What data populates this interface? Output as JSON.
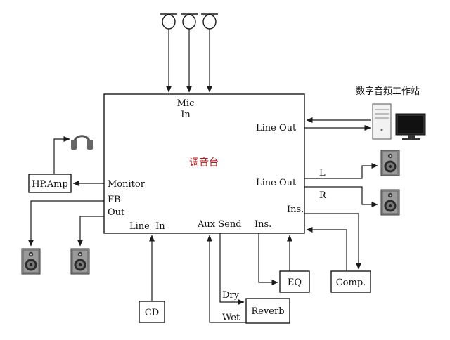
{
  "mixer": {
    "title": "调音台",
    "title_color": "#b01818",
    "mic_in": [
      "Mic",
      "In"
    ],
    "line_out_top": "Line Out",
    "line_out_mid": "Line Out",
    "ins_right": "Ins.",
    "monitor": "Monitor",
    "fb_out": [
      "FB",
      "Out"
    ],
    "line_in": "Line  In",
    "aux_send": "Aux Send",
    "ins_bottom": "Ins."
  },
  "workstation": {
    "label": "数字音频工作站"
  },
  "channels": {
    "left": "L",
    "right": "R"
  },
  "devices": {
    "hp_amp": "HP.Amp",
    "cd": "CD",
    "eq": "EQ",
    "comp": "Comp.",
    "reverb": "Reverb"
  },
  "reverb_ports": {
    "dry": "Dry",
    "wet": "Wet"
  },
  "icons": [
    "microphone-icon",
    "headphones-icon",
    "computer-icon",
    "monitor-screen-icon",
    "speaker-icon"
  ]
}
